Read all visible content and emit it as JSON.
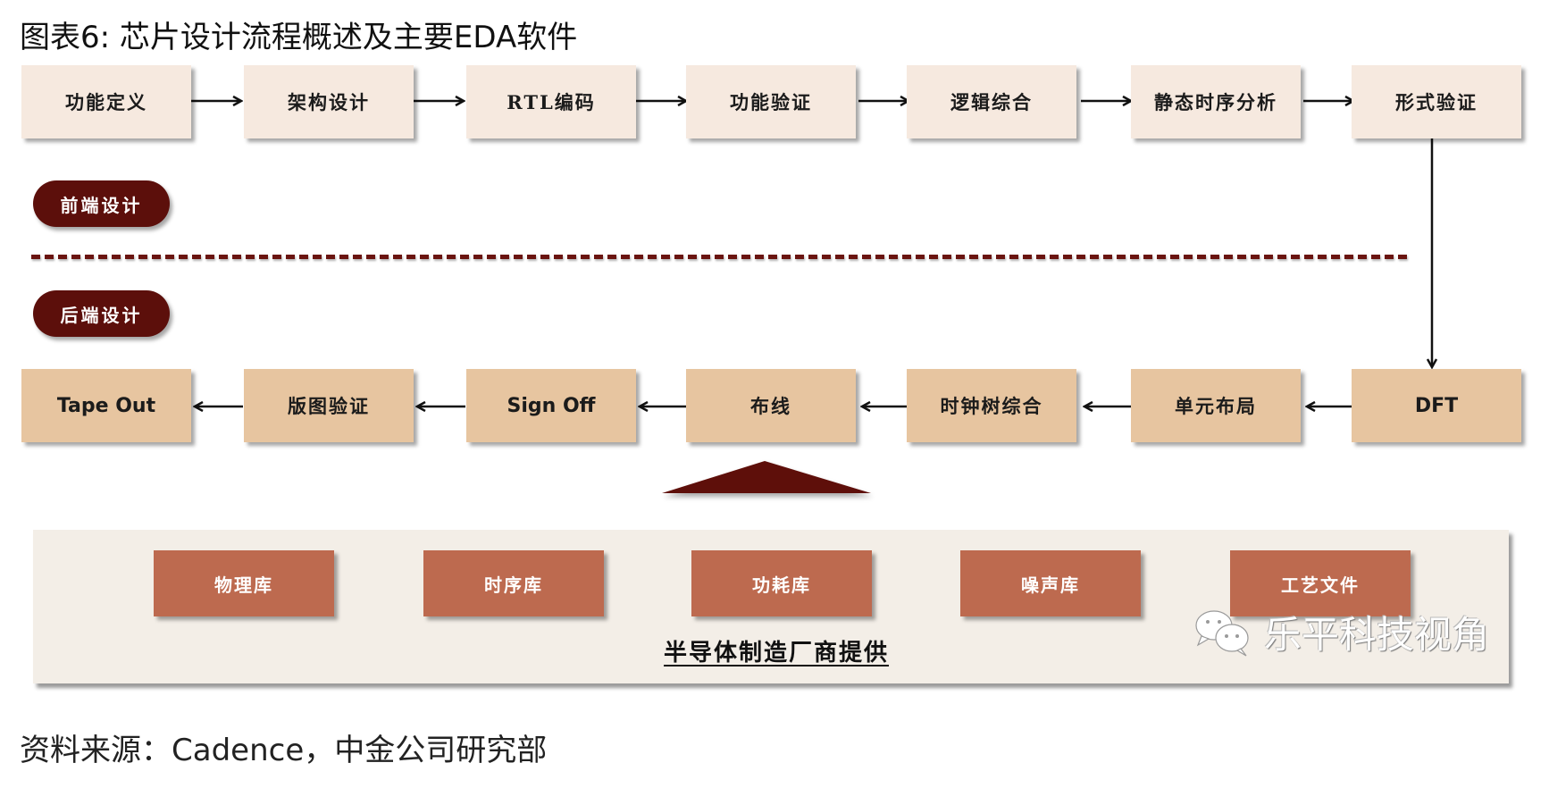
{
  "title": "图表6: 芯片设计流程概述及主要EDA软件",
  "frontend": {
    "label": "前端设计",
    "steps": [
      "功能定义",
      "架构设计",
      "RTL编码",
      "功能验证",
      "逻辑综合",
      "静态时序分析",
      "形式验证"
    ]
  },
  "backend": {
    "label": "后端设计",
    "steps": [
      "DFT",
      "单元布局",
      "时钟树综合",
      "布线",
      "Sign Off",
      "版图验证",
      "Tape Out"
    ]
  },
  "libraries": {
    "items": [
      "物理库",
      "时序库",
      "功耗库",
      "噪声库",
      "工艺文件"
    ],
    "provider": "半导体制造厂商提供"
  },
  "watermark": {
    "icon": "wechat-icon",
    "text": "乐平科技视角"
  },
  "source": "资料来源：Cadence，中金公司研究部",
  "colors": {
    "frontend_box": "#f6e9df",
    "backend_box": "#e7c5a0",
    "pill": "#5c0f0b",
    "library_box": "#bd6a4f",
    "panel": "#f3eee7"
  }
}
